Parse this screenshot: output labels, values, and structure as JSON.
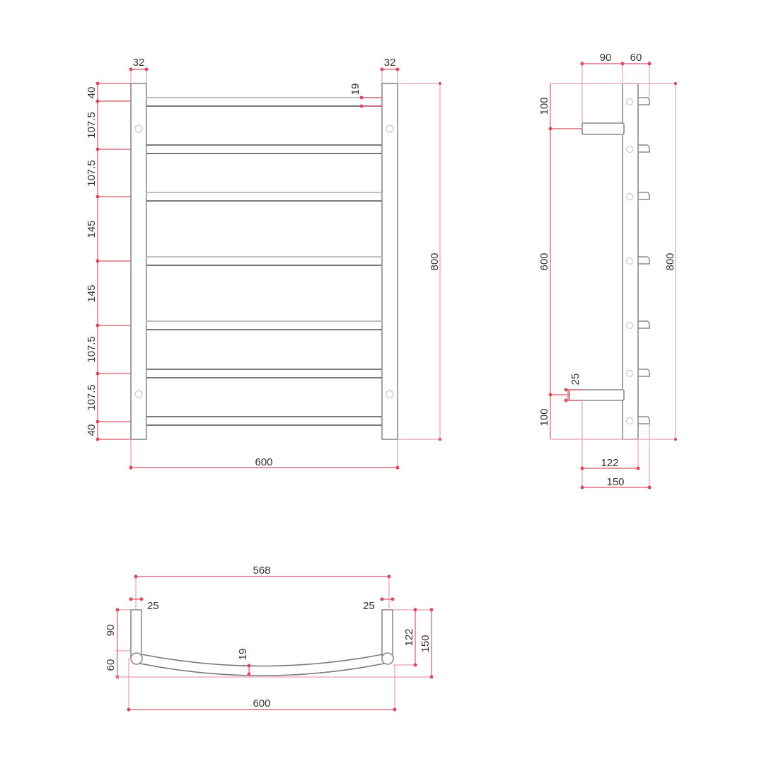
{
  "drawing": {
    "subject": "Ladder towel rail technical drawing",
    "colors": {
      "object_line": "#8a8a8a",
      "dimension_line": "#e07080",
      "text": "#333333",
      "background": "#ffffff"
    },
    "front_view": {
      "stile_width_left": "32",
      "stile_width_right": "32",
      "bar_diameter": "19",
      "vertical_chain": [
        "40",
        "107.5",
        "107.5",
        "145",
        "145",
        "107.5",
        "107.5",
        "40"
      ],
      "overall_height": "800",
      "overall_width": "600",
      "bar_count": 7
    },
    "side_view": {
      "top_offset": "90",
      "hook_depth": "60",
      "top_bracket_offset": "100",
      "bracket_spacing": "600",
      "bottom_bracket_offset": "100",
      "overall_height": "800",
      "bracket_thickness": "25",
      "depth_to_tube": "122",
      "total_depth": "150"
    },
    "plan_view": {
      "inner_width": "568",
      "post_width_left": "25",
      "post_width_right": "25",
      "left_upper_depth": "90",
      "left_lower_depth": "60",
      "bar_diameter": "19",
      "right_inner_depth": "122",
      "right_total_depth": "150",
      "overall_width": "600"
    }
  }
}
